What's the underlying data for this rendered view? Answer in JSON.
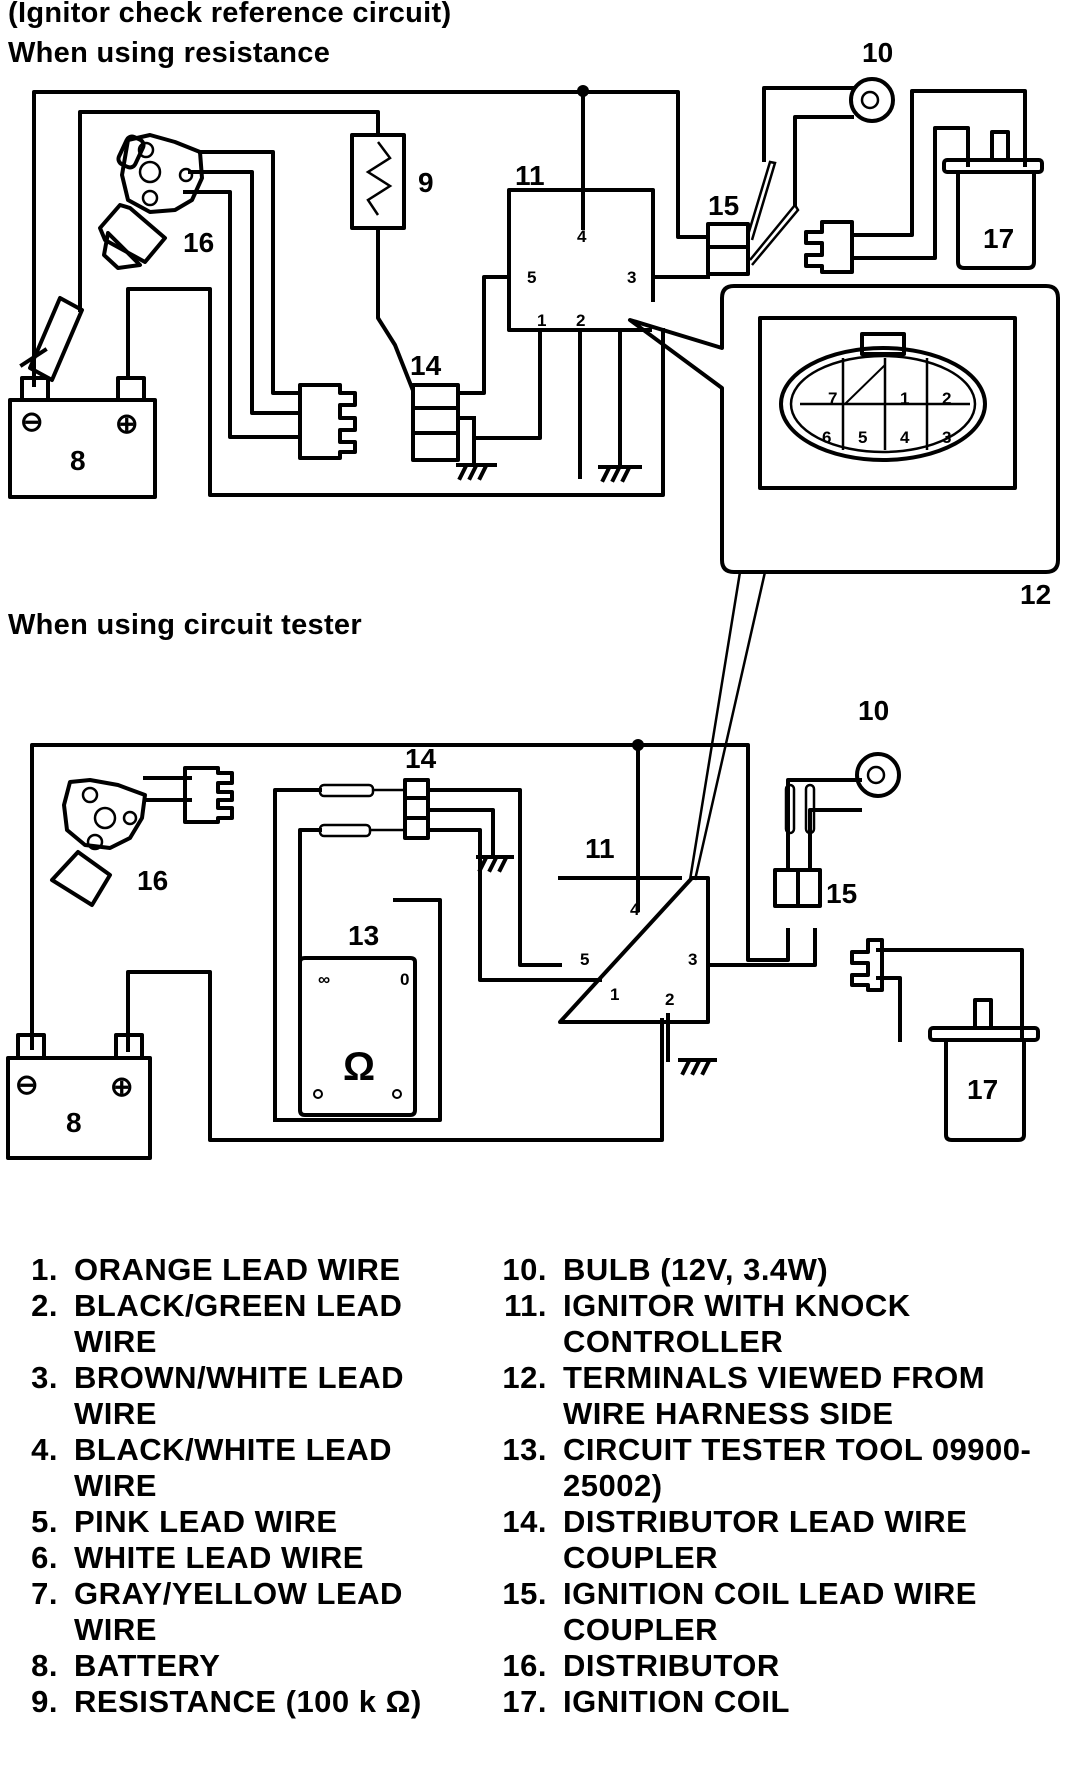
{
  "headings": {
    "title": "(Ignitor check reference circuit)",
    "section_resistance": "When using resistance",
    "section_tester": "When using circuit tester"
  },
  "diagram_labels": {
    "battery": "8",
    "resistance": "9",
    "bulb": "10",
    "ignitor": "11",
    "terminal_view": "12",
    "circuit_tester": "13",
    "dist_coupler": "14",
    "coil_coupler": "15",
    "distributor": "16",
    "ignition_coil": "17",
    "battery_neg": "⊖",
    "battery_pos": "⊕",
    "ohm_symbol": "Ω",
    "tester_infinity": "∞",
    "tester_zero": "0"
  },
  "ignitor_pins": {
    "p1": "1",
    "p2": "2",
    "p3": "3",
    "p4": "4",
    "p5": "5"
  },
  "connector_pins": {
    "c1": "1",
    "c2": "2",
    "c3": "3",
    "c4": "4",
    "c5": "5",
    "c6": "6",
    "c7": "7"
  },
  "legend_left": [
    {
      "num": "1.",
      "text": "ORANGE LEAD WIRE"
    },
    {
      "num": "2.",
      "text": "BLACK/GREEN LEAD WIRE"
    },
    {
      "num": "3.",
      "text": "BROWN/WHITE LEAD WIRE"
    },
    {
      "num": "4.",
      "text": "BLACK/WHITE LEAD WIRE"
    },
    {
      "num": "5.",
      "text": "PINK LEAD WIRE"
    },
    {
      "num": "6.",
      "text": "WHITE LEAD WIRE"
    },
    {
      "num": "7.",
      "text": "GRAY/YELLOW LEAD WIRE"
    },
    {
      "num": "8.",
      "text": "BATTERY"
    },
    {
      "num": "9.",
      "text": "RESISTANCE (100 k Ω)"
    }
  ],
  "legend_right": [
    {
      "num": "10.",
      "text": "BULB (12V, 3.4W)"
    },
    {
      "num": "11.",
      "text": "IGNITOR WITH KNOCK CONTROLLER"
    },
    {
      "num": "12.",
      "text": "TERMINALS VIEWED FROM WIRE HARNESS SIDE"
    },
    {
      "num": "13.",
      "text": "CIRCUIT TESTER TOOL 09900-25002)"
    },
    {
      "num": "14.",
      "text": "DISTRIBUTOR LEAD WIRE COUPLER"
    },
    {
      "num": "15.",
      "text": "IGNITION COIL LEAD WIRE COUPLER"
    },
    {
      "num": "16.",
      "text": "DISTRIBUTOR"
    },
    {
      "num": "17.",
      "text": "IGNITION COIL"
    }
  ]
}
